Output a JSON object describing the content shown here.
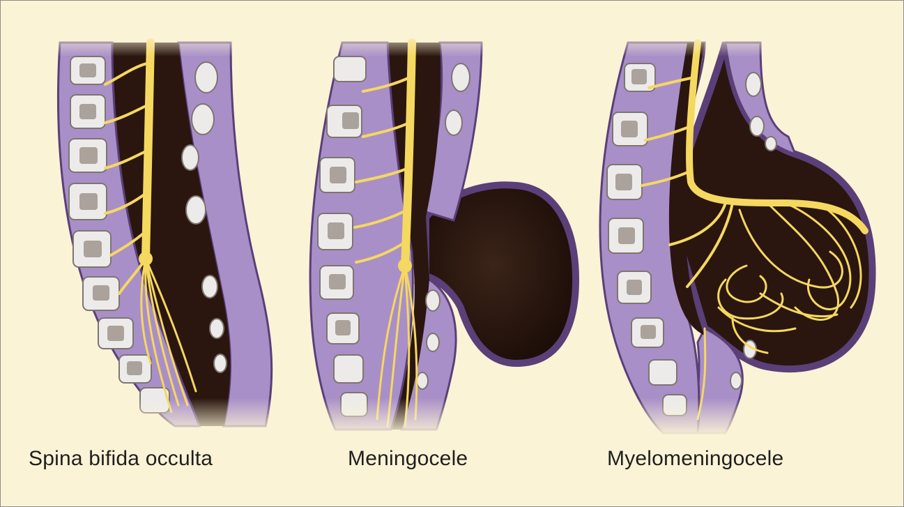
{
  "figure": {
    "panels": [
      {
        "id": "occulta",
        "label": "Spina bifida occulta"
      },
      {
        "id": "meningocele",
        "label": "Meningocele"
      },
      {
        "id": "myelomeningocele",
        "label": "Myelomeningocele"
      }
    ]
  },
  "colors": {
    "background": "#fbf3d6",
    "bone_purple": "#a98fc8",
    "bone_outline": "#5a3f78",
    "vertebra_fill": "#ecebea",
    "vertebra_core": "#9a9088",
    "canal": "#2a160f",
    "nerve": "#f5d860"
  }
}
